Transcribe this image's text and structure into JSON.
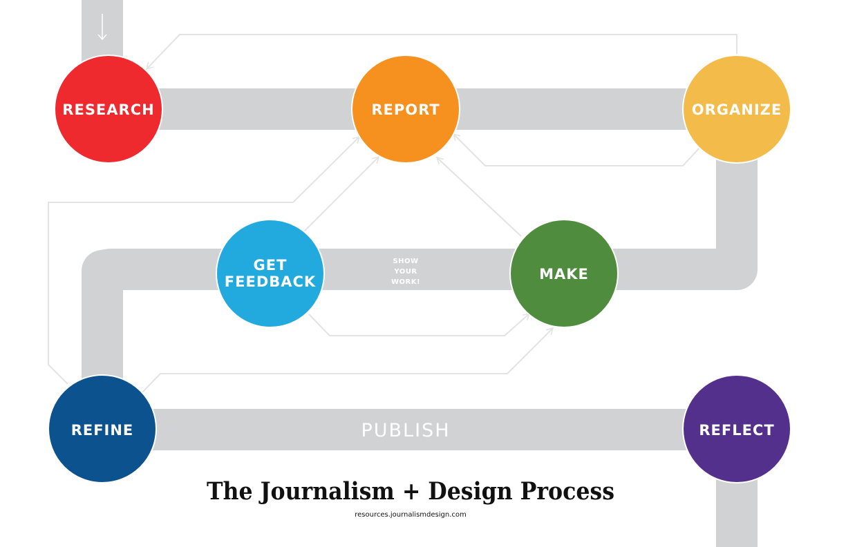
{
  "nodes": {
    "research": {
      "label": "RESEARCH",
      "color": "#EE2A2F"
    },
    "report": {
      "label": "REPORT",
      "color": "#F6901E"
    },
    "organize": {
      "label": "ORGANIZE",
      "color": "#F3BB4A"
    },
    "get_feedback": {
      "line1": "GET",
      "line2": "FEEDBACK",
      "color": "#22A9DE"
    },
    "make": {
      "label": "MAKE",
      "color": "#4F8C3E"
    },
    "refine": {
      "label": "REFINE",
      "color": "#0B528F"
    },
    "reflect": {
      "label": "REFLECT",
      "color": "#53308C"
    }
  },
  "track": {
    "color": "#D1D2D4",
    "publish_label": "PUBLISH"
  },
  "show_your_work": {
    "line1": "SHOW",
    "line2": "YOUR",
    "line3": "WORK!"
  },
  "title": "The Journalism + Design Process",
  "url": "resources.journalismdesign.com"
}
